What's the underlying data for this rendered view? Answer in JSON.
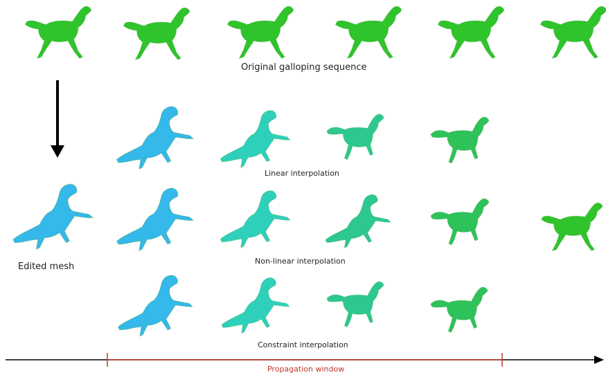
{
  "labels": {
    "original": "Original galloping sequence",
    "linear": "Linear interpolation",
    "nonlinear": "Non-linear interpolation",
    "constraint": "Constraint interpolation",
    "edited": "Edited mesh",
    "window": "Propagation window"
  },
  "colors": {
    "green": "#2fc42b",
    "green_dark": "#1e8f1c",
    "cyan_blue": "#35b8ea",
    "teal": "#2fd0bb",
    "sea_green": "#2dc890",
    "green2": "#2fc25a",
    "window_red": "#c0392b",
    "timeline": "#000000"
  },
  "icons": {
    "horse": "horse-mesh-icon",
    "arrow": "down-arrow-icon"
  }
}
